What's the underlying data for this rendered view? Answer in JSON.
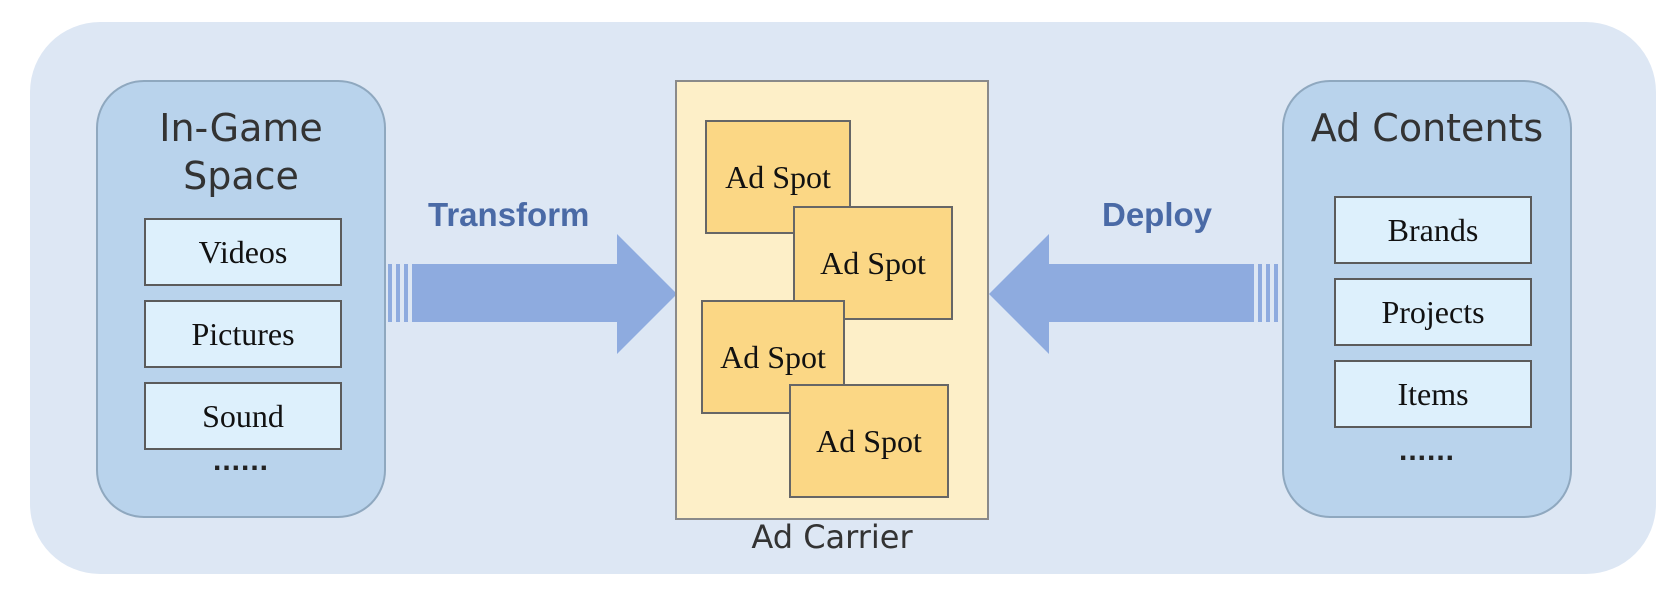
{
  "left_panel": {
    "title": "In-Game\nSpace",
    "items": [
      "Videos",
      "Pictures",
      "Sound"
    ],
    "ellipsis": "......"
  },
  "right_panel": {
    "title": "Ad Contents",
    "items": [
      "Brands",
      "Projects",
      "Items"
    ],
    "ellipsis": "......"
  },
  "carrier": {
    "label": "Ad Carrier",
    "spots": [
      "Ad Spot",
      "Ad Spot",
      "Ad Spot",
      "Ad Spot"
    ]
  },
  "arrows": {
    "left_label": "Transform",
    "right_label": "Deploy"
  },
  "colors": {
    "background_panel": "#dde7f4",
    "side_panel": "#b9d3ec",
    "item_box": "#ddf0fc",
    "carrier": "#fdefc8",
    "ad_spot": "#fbd785",
    "arrow": "#8eabdf",
    "arrow_label": "#4a6aa6"
  }
}
